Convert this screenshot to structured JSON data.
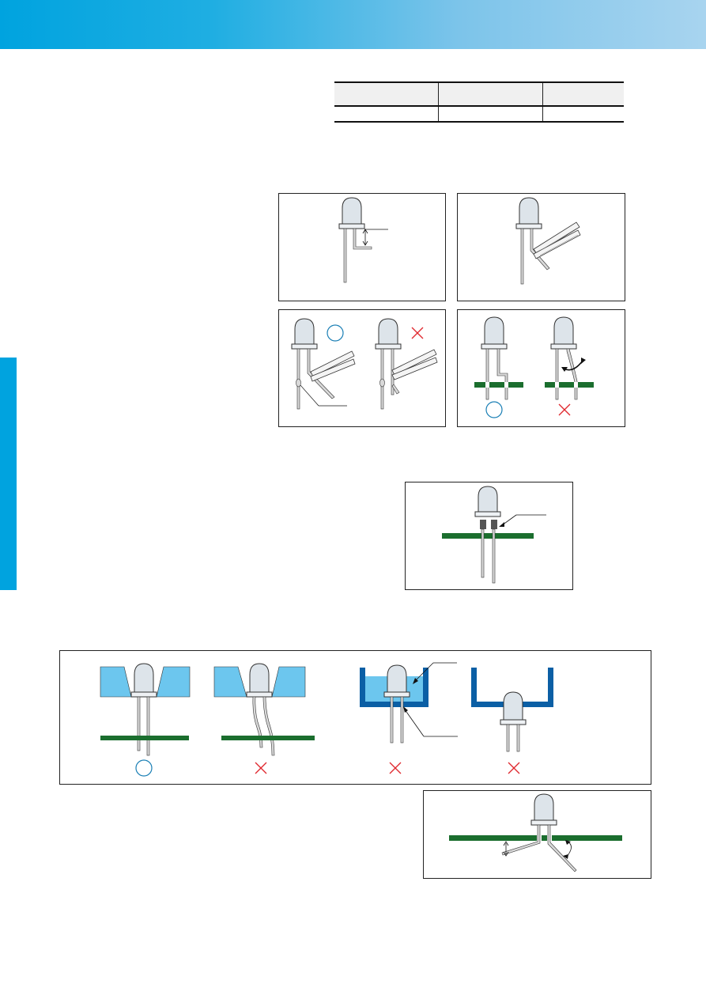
{
  "colors": {
    "header_gradient_start": "#00a3df",
    "header_gradient_end": "#a8d4ef",
    "side_tab": "#00a3df",
    "pcb_green": "#1b6e2e",
    "ok_mark_blue": "#1a7fb5",
    "ng_mark_red": "#e0282e",
    "fixture_light_blue": "#6cc6ee",
    "container_dark_blue": "#0b5fa5",
    "led_lens": "#dde4ea",
    "sleeve_gray": "#555555"
  },
  "spec_table": {
    "columns": [
      "",
      "",
      ""
    ],
    "rows": [
      [
        "",
        "",
        ""
      ]
    ]
  },
  "figures": {
    "lead_forming_distance": {
      "marks": []
    },
    "lead_bending_tool": {
      "marks": []
    },
    "lead_holding": {
      "marks": [
        "ok-circle",
        "ng-cross"
      ]
    },
    "mounting_stress": {
      "marks": [
        "ok-circle",
        "ng-cross"
      ]
    },
    "spacer_mounting": {
      "marks": []
    },
    "fixture_insertion": {
      "marks": [
        "ok-circle",
        "ng-cross",
        "ng-cross",
        "ng-cross"
      ]
    },
    "post_mount_bending": {
      "marks": []
    }
  }
}
